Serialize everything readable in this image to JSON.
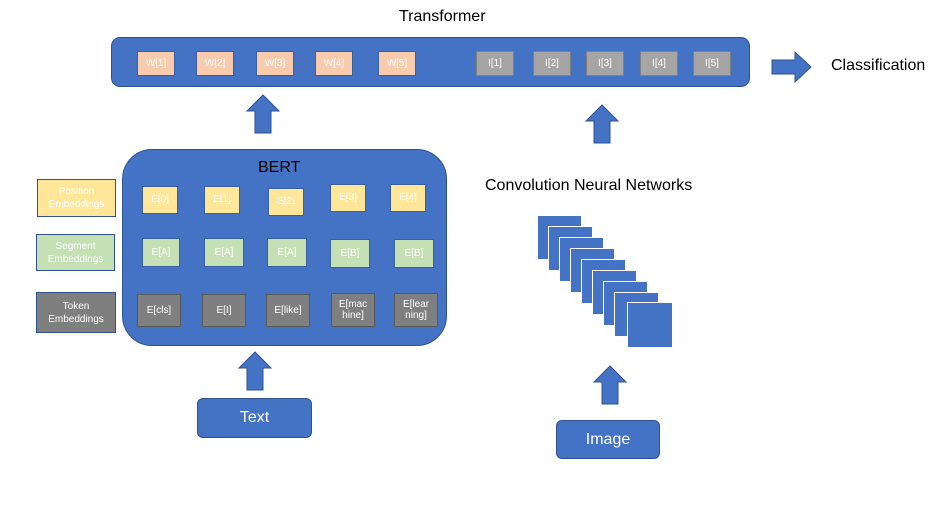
{
  "transformer": {
    "title": "Transformer",
    "word_tokens": [
      "W[1]",
      "W[2]",
      "W[3]",
      "W[4]",
      "W[5]"
    ],
    "image_tokens": [
      "I[1]",
      "I[2]",
      "I[3]",
      "I[4]",
      "I[5]"
    ]
  },
  "output_label": "Classification",
  "bert": {
    "title": "BERT",
    "position_row": [
      "E[0]",
      "E[1]",
      "E[2]",
      "E[3]",
      "E[4]"
    ],
    "segment_row": [
      "E[A]",
      "E[A]",
      "E[A]",
      "E[B]",
      "E[B]"
    ],
    "token_row": [
      "E[cls]",
      "E[I]",
      "E[like]",
      "E[mac hine]",
      "E[lear ning]"
    ]
  },
  "legend": {
    "position": "Position Embeddings",
    "segment": "Segment Embeddings",
    "token": "Token Embeddings"
  },
  "cnn_label": "Convolution Neural Networks",
  "inputs": {
    "text": "Text",
    "image": "Image"
  },
  "colors": {
    "panel": "#4472C4",
    "word_token": "#F8CBAD",
    "image_token": "#A5A5A5",
    "position_embedding": "#FFE699",
    "segment_embedding": "#C5E0B4",
    "token_embedding": "#7F7F7F"
  }
}
